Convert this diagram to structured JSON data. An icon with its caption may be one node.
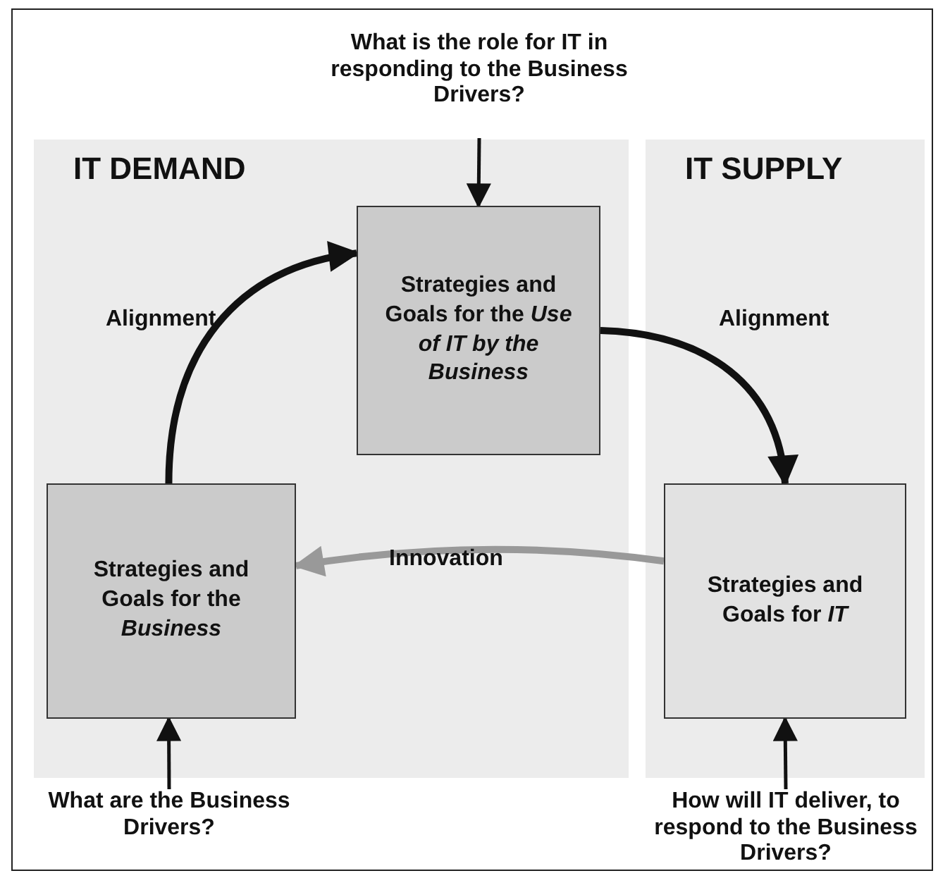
{
  "diagram": {
    "nodes": [
      {
        "text": [
          "What is the role for IT in responding to the Business Drivers?"
        ]
      },
      {
        "text": [
          "IT DEMAND"
        ]
      },
      {
        "text": [
          "Strategies and Goals for the *Use of IT by the Business*"
        ],
        "in": 1
      },
      {
        "text": [
          "Strategies and Goals for the *Business*"
        ],
        "in": 1
      },
      {
        "text": [
          "IT SUPPLY"
        ]
      },
      {
        "text": [
          "Strategies and Goals for *IT*"
        ],
        "in": 4
      },
      {
        "text": [
          "What are the Business Drivers?"
        ]
      },
      {
        "text": [
          "How will IT deliver, to respond to the Business Drivers?"
        ]
      }
    ],
    "edges": [
      {
        "from": 0,
        "to": 2,
        "arrow": "to"
      },
      {
        "from": 3,
        "to": 2,
        "arrow": "to",
        "label": "Alignment",
        "style": "thick"
      },
      {
        "from": 2,
        "to": 5,
        "arrow": "to",
        "label": "Alignment",
        "style": "thick"
      },
      {
        "from": 5,
        "to": 3,
        "arrow": "to",
        "label": "Innovation",
        "style": "thick",
        "color": "#999999"
      },
      {
        "from": 6,
        "to": 3,
        "arrow": "to"
      },
      {
        "from": 7,
        "to": 5,
        "arrow": "to"
      }
    ]
  }
}
